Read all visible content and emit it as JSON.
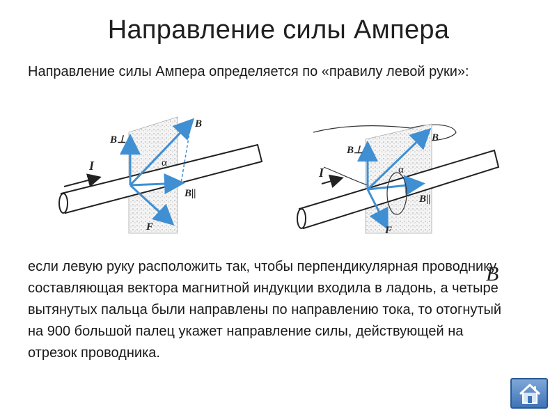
{
  "slide": {
    "title": "Направление силы Ампера",
    "intro": "Направление силы Ампера определяется по «правилу левой руки»:",
    "body": "если левую руку расположить так, чтобы перпендикулярная проводнику составляющая вектора магнитной индукции входила в ладонь, а четыре вытянутых пальца были направлены по направлению тока, то отогнутый на 900 большой палец укажет направление силы, действующей на отрезок проводника.",
    "b_symbol": "B"
  },
  "figures": {
    "labels": {
      "current": "I",
      "b_perp": "B⊥",
      "b": "B",
      "b_par": "B||",
      "force": "F",
      "alpha": "α"
    }
  },
  "nav": {
    "home_icon": "home-icon"
  },
  "colors": {
    "arrow_blue": "#3f8fd2",
    "home_button": "#4f82c2"
  }
}
